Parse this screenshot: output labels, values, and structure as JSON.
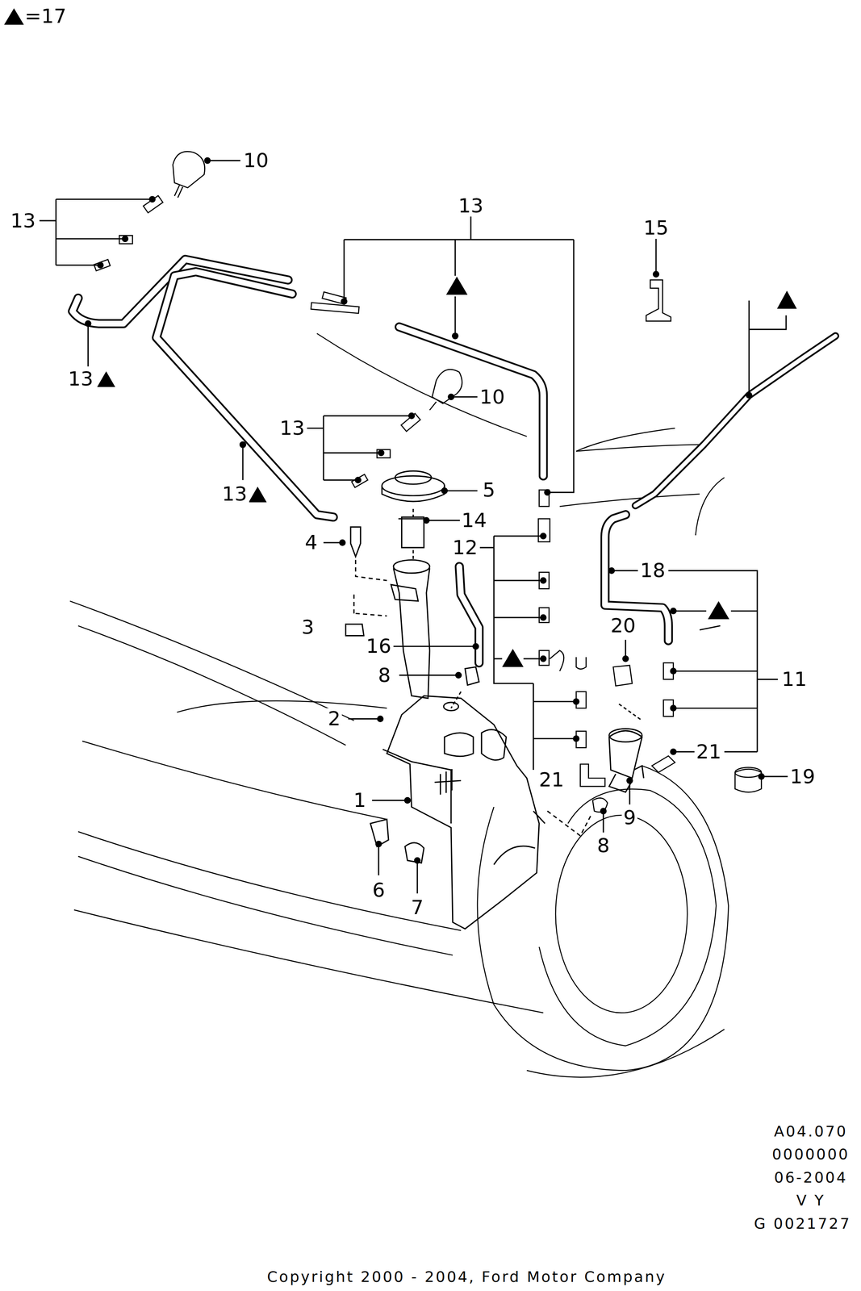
{
  "diagram": {
    "caption": "Copyright 2000 - 2004, Ford Motor Company",
    "labels": [
      "10",
      "13",
      "13",
      "15",
      "13",
      "10",
      "13",
      "13",
      "5",
      "14",
      "4",
      "12",
      "18",
      "3",
      "20",
      "16",
      "8",
      "11",
      "2",
      "21",
      "19",
      "21",
      "1",
      "9",
      "8",
      "6",
      "7",
      "A04.070",
      "0000000",
      "06-2004",
      "V Y",
      "G 0021727"
    ],
    "legend": [
      {
        "text": "=17"
      }
    ]
  }
}
